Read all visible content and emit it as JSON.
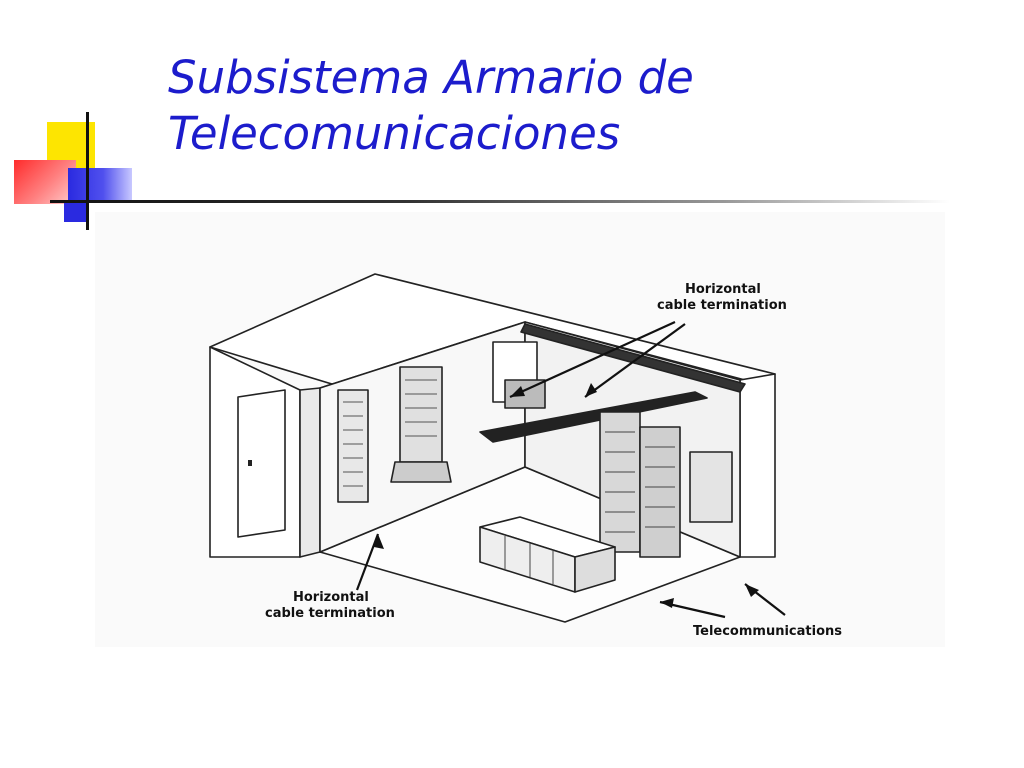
{
  "slide": {
    "title_line1": "Subsistema Armario de",
    "title_line2": "Telecomunicaciones"
  },
  "figure": {
    "label_top_line1": "Horizontal",
    "label_top_line2": "cable termination",
    "label_bottom_left_line1": "Horizontal",
    "label_bottom_left_line2": "cable termination",
    "label_bottom_right": "Telecommunications"
  },
  "colors": {
    "title": "#1c1ccc",
    "accent_yellow": "#fde501",
    "accent_red": "#ff2b2b",
    "accent_blue": "#2a2ae0"
  }
}
